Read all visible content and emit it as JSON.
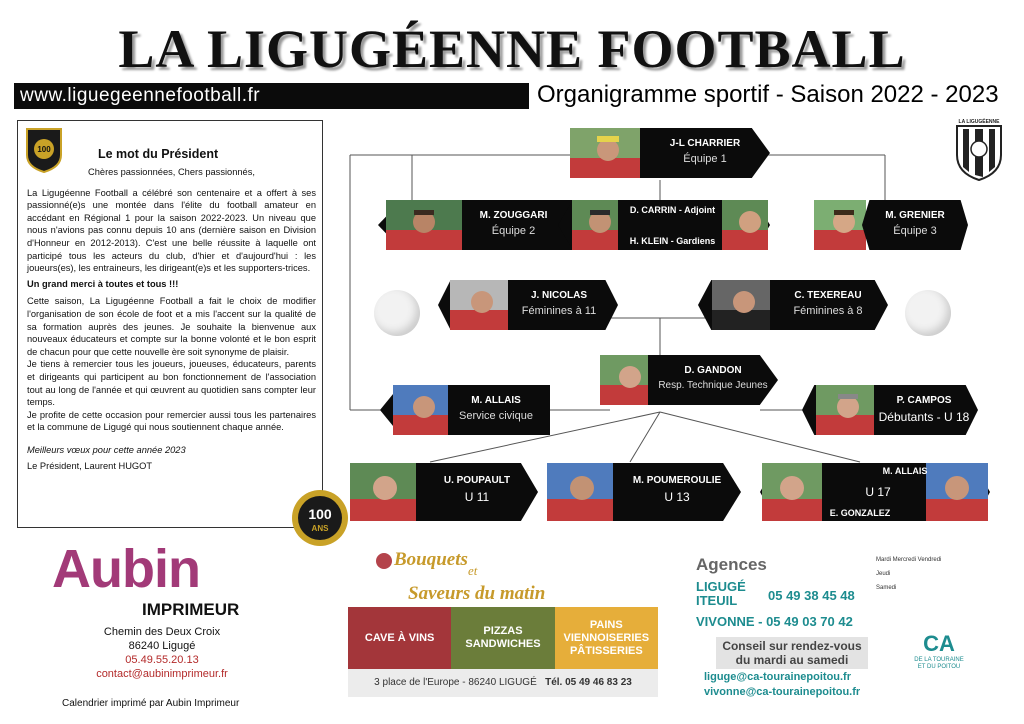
{
  "header": {
    "title": "LA LIGUGÉENNE FOOTBALL",
    "url": "www.liguegeennefootball.fr",
    "subtitle": "Organigramme sportif - Saison 2022 - 2023"
  },
  "president": {
    "heading": "Le mot du Président",
    "greeting": "Chères passionnées, Chers passionnés,",
    "para1": "La Ligugéenne Football a célébré son centenaire et a offert à ses passionné(e)s une montée dans l'élite du football amateur en accédant en Régional 1 pour la saison 2022-2023. Un niveau que nous n'avions pas connu depuis 10 ans (dernière saison en Division d'Honneur en 2012-2013). C'est une belle réussite à laquelle ont participé tous les acteurs du club, d'hier et d'aujourd'hui : les joueurs(es), les entraineurs, les dirigeant(e)s et les supporters-trices.",
    "thanks": "Un grand merci à toutes et tous !!!",
    "para2": "Cette saison, La Ligugéenne Football a fait le choix de modifier l'organisation de son école de foot et a mis l'accent sur la qualité de sa formation auprès des jeunes. Je souhaite la bienvenue aux nouveaux éducateurs et compte sur la bonne volonté et le bon esprit de chacun pour que cette nouvelle ère soit synonyme de plaisir.",
    "para3": "Je tiens à remercier tous les joueurs, joueuses, éducateurs, parents et dirigeants qui participent au bon fonctionnement de l'association tout au long de l'année et qui œuvrent au quotidien sans compter leur temps.",
    "para4": "Je profite de cette occasion pour remercier aussi tous les partenaires et la commune de Ligugé qui nous soutiennent chaque année.",
    "wishes": "Meilleurs vœux pour cette année 2023",
    "signature": "Le Président, Laurent HUGOT"
  },
  "org": {
    "charrier": {
      "name": "J-L CHARRIER",
      "role": "Équipe 1"
    },
    "zouggari": {
      "name": "M. ZOUGGARI",
      "role": "Équipe 2"
    },
    "carrin": {
      "name": "D. CARRIN - Adjoint",
      "role": "H. KLEIN - Gardiens"
    },
    "grenier": {
      "name": "M. GRENIER",
      "role": "Équipe 3"
    },
    "nicolas": {
      "name": "J. NICOLAS",
      "role": "Féminines à 11"
    },
    "texereau": {
      "name": "C. TEXEREAU",
      "role": "Féminines à 8"
    },
    "gandon": {
      "name": "D. GANDON",
      "role": "Resp. Technique Jeunes"
    },
    "allais_sc": {
      "name": "M. ALLAIS",
      "role": "Service civique"
    },
    "campos": {
      "name": "P. CAMPOS",
      "role": "Débutants - U 18"
    },
    "poupault": {
      "name": "U. POUPAULT",
      "role": "U 11"
    },
    "poumeroulie": {
      "name": "M. POUMEROULIE",
      "role": "U 13"
    },
    "allais_u17": {
      "name": "M. ALLAIS",
      "role": "U 17",
      "second": "E. GONZALEZ"
    }
  },
  "badges": {
    "hundred": "100",
    "ans": "ANS",
    "crest_name": "LA LIGUGÉENNE"
  },
  "aubin": {
    "brand": "Aubin",
    "sub": "IMPRIMEUR",
    "street": "Chemin des Deux Croix",
    "city": "86240 Ligugé",
    "phone": "05.49.55.20.13",
    "email": "contact@aubinimprimeur.fr",
    "printed_by": "Calendrier imprimé par Aubin Imprimeur"
  },
  "bouquets": {
    "line1": "Bouquets",
    "line2": "et",
    "line3": "Saveurs du matin",
    "cells": [
      "CAVE À VINS",
      "PIZZAS SANDWICHES",
      "PAINS VIENNOISERIES PÂTISSERIES"
    ],
    "address": "3 place de l'Europe - 86240 LIGUGÉ",
    "phone": "Tél. 05 49 46 83 23",
    "colors": [
      "#a3363a",
      "#6b7d3a",
      "#e6ae3a"
    ]
  },
  "ca": {
    "heading": "Agences",
    "agency1a": "LIGUGÉ",
    "agency1b": "ITEUIL",
    "phone1": "05 49 38 45 48",
    "agency2": "VIVONNE - 05 49 03 70 42",
    "conseil": "Conseil sur rendez-vous du mardi au samedi",
    "mail1": "liguge@ca-tourainepoitou.fr",
    "mail2": "vivonne@ca-tourainepoitou.fr",
    "days1": "Mardi Mercredi Vendredi",
    "days2": "Jeudi",
    "days3": "Samedi",
    "logo": "CA",
    "logo_sub": "DE LA TOURAINE ET DU POITOU"
  }
}
